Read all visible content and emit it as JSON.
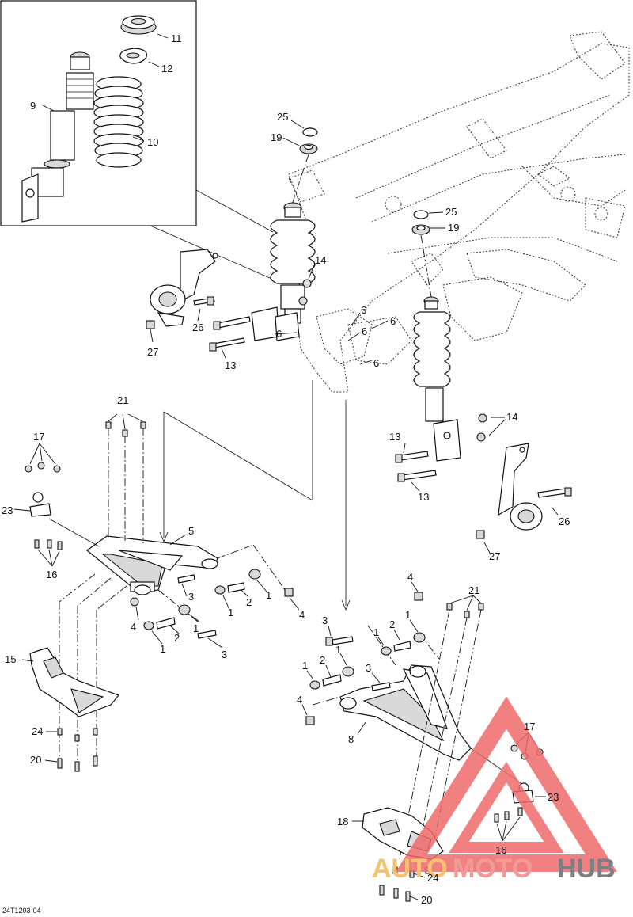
{
  "diagram": {
    "reference": "24T1203-04",
    "callouts": [
      {
        "id": "c11",
        "label": "11"
      },
      {
        "id": "c12",
        "label": "12"
      },
      {
        "id": "c9",
        "label": "9"
      },
      {
        "id": "c10",
        "label": "10"
      },
      {
        "id": "c25a",
        "label": "25"
      },
      {
        "id": "c19a",
        "label": "19"
      },
      {
        "id": "c25b",
        "label": "25"
      },
      {
        "id": "c19b",
        "label": "19"
      },
      {
        "id": "c14a",
        "label": "14"
      },
      {
        "id": "c26a",
        "label": "26"
      },
      {
        "id": "c27a",
        "label": "27"
      },
      {
        "id": "c13a",
        "label": "13"
      },
      {
        "id": "c6a",
        "label": "6"
      },
      {
        "id": "c6b",
        "label": "6"
      },
      {
        "id": "c6c",
        "label": "6"
      },
      {
        "id": "c6d",
        "label": "6"
      },
      {
        "id": "c6e",
        "label": "6"
      },
      {
        "id": "c14b",
        "label": "14"
      },
      {
        "id": "c13b",
        "label": "13"
      },
      {
        "id": "c13c",
        "label": "13"
      },
      {
        "id": "c26b",
        "label": "26"
      },
      {
        "id": "c27b",
        "label": "27"
      },
      {
        "id": "c21a",
        "label": "21"
      },
      {
        "id": "c17a",
        "label": "17"
      },
      {
        "id": "c23a",
        "label": "23"
      },
      {
        "id": "c16a",
        "label": "16"
      },
      {
        "id": "c5",
        "label": "5"
      },
      {
        "id": "c3a",
        "label": "3"
      },
      {
        "id": "c1a",
        "label": "1"
      },
      {
        "id": "c2a",
        "label": "2"
      },
      {
        "id": "c1b",
        "label": "1"
      },
      {
        "id": "c4a",
        "label": "4"
      },
      {
        "id": "c4b",
        "label": "4"
      },
      {
        "id": "c2b",
        "label": "2"
      },
      {
        "id": "c1c",
        "label": "1"
      },
      {
        "id": "c1d",
        "label": "1"
      },
      {
        "id": "c3b",
        "label": "3"
      },
      {
        "id": "c15",
        "label": "15"
      },
      {
        "id": "c24a",
        "label": "24"
      },
      {
        "id": "c20a",
        "label": "20"
      },
      {
        "id": "c4c",
        "label": "4"
      },
      {
        "id": "c21b",
        "label": "21"
      },
      {
        "id": "c3c",
        "label": "3"
      },
      {
        "id": "c1e",
        "label": "1"
      },
      {
        "id": "c2c",
        "label": "2"
      },
      {
        "id": "c1f",
        "label": "1"
      },
      {
        "id": "c1g",
        "label": "1"
      },
      {
        "id": "c2d",
        "label": "2"
      },
      {
        "id": "c1h",
        "label": "1"
      },
      {
        "id": "c3d",
        "label": "3"
      },
      {
        "id": "c4d",
        "label": "4"
      },
      {
        "id": "c8",
        "label": "8"
      },
      {
        "id": "c17b",
        "label": "17"
      },
      {
        "id": "c23b",
        "label": "23"
      },
      {
        "id": "c18",
        "label": "18"
      },
      {
        "id": "c16b",
        "label": "16"
      },
      {
        "id": "c24b",
        "label": "24"
      },
      {
        "id": "c20b",
        "label": "20"
      }
    ]
  },
  "watermark": {
    "part1": "AUTO",
    "part2": "MOTO",
    "part3": "HUB",
    "colors": {
      "auto": "#f6c26b",
      "moto": "#f29a9a",
      "hub": "#7b7f86",
      "triangle": "#ef6b6b"
    }
  }
}
